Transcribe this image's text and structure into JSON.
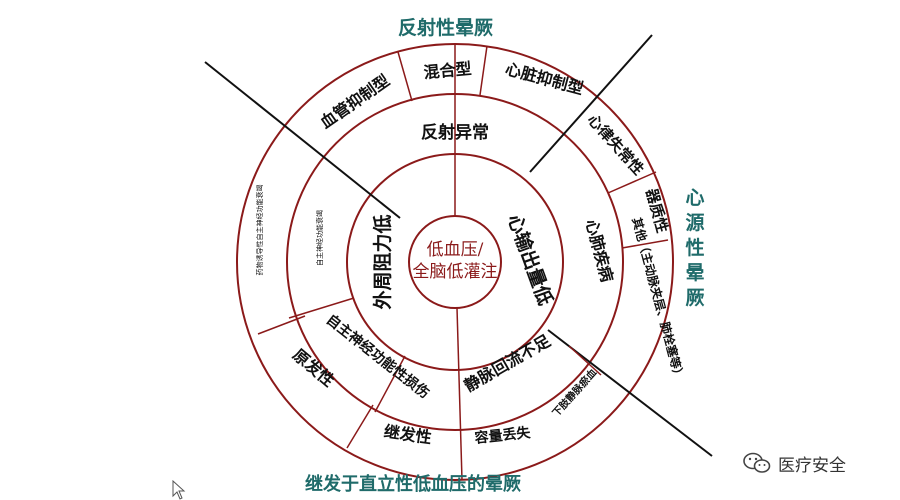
{
  "colors": {
    "ring_line": "#8b1a1a",
    "separator_line": "#111111",
    "center_text": "#8b1a1a",
    "caption_text": "#1f6b6a"
  },
  "captions": {
    "top": "反射性晕厥",
    "right": "心源性晕厥",
    "bottom": "继发于直立性低血压的晕厥"
  },
  "center": {
    "line1": "低血压/",
    "line2": "全脑低灌注"
  },
  "inner_ring": {
    "left": "外周阻力低",
    "right": "心输出量低"
  },
  "middle_ring": {
    "top": "反射异常",
    "right": "心肺疾病",
    "bottom": "静脉回流不足",
    "bottom_left": "自主神经功能性损伤",
    "left": "自主神经功能衰竭"
  },
  "outer_ring": {
    "top_left": "血管抑制型",
    "top_center": "混合型",
    "top_right": "心脏抑制型",
    "right_upper": "心律失常性",
    "right_mid": "器质性",
    "right_lower": "其他（主动脉夹层、肺栓塞等）",
    "bottom_right": "下肢静脉瘀血",
    "bottom_center": "容量丢失",
    "bottom_mid": "继发性",
    "bottom_left": "原发性",
    "left": "药物诱导性自主神经功能衰竭"
  },
  "watermark": {
    "icon": "wechat-icon",
    "text": "医疗安全"
  },
  "cursor_icon": "cursor-arrow-icon"
}
